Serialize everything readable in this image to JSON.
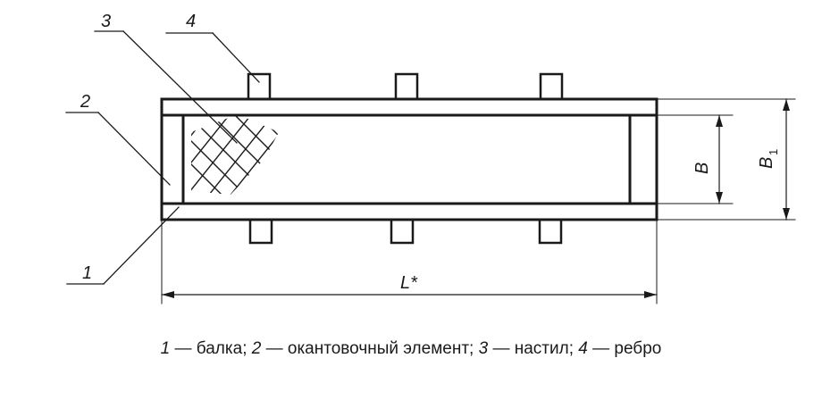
{
  "callouts": {
    "beam": "1",
    "edging": "2",
    "deck": "3",
    "rib": "4"
  },
  "dimensions": {
    "length": "L*",
    "width_inner": "B",
    "width_outer": "B",
    "width_outer_subscript": "1"
  },
  "caption": {
    "items": [
      {
        "num": "1",
        "text": " — балка; "
      },
      {
        "num": "2",
        "text": " — окантовочный элемент; "
      },
      {
        "num": "3",
        "text": " — настил; "
      },
      {
        "num": "4",
        "text": " — ребро"
      }
    ]
  },
  "colors": {
    "line": "#1a1a1a",
    "background": "#ffffff"
  }
}
